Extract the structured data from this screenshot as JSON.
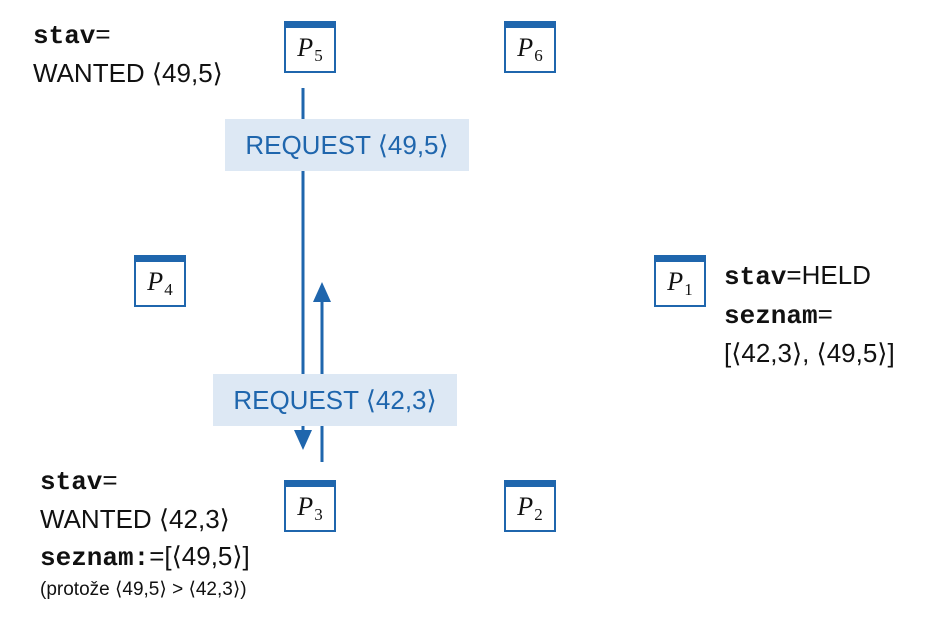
{
  "processes": {
    "p1": {
      "name": "P",
      "index": "1"
    },
    "p2": {
      "name": "P",
      "index": "2"
    },
    "p3": {
      "name": "P",
      "index": "3"
    },
    "p4": {
      "name": "P",
      "index": "4"
    },
    "p5": {
      "name": "P",
      "index": "5"
    },
    "p6": {
      "name": "P",
      "index": "6"
    }
  },
  "p5_state": {
    "stav_key": "stav",
    "eq": "=",
    "stav_value": "WANTED ⟨49,5⟩"
  },
  "p1_state": {
    "stav_key": "stav",
    "stav_value": "=HELD",
    "seznam_key": "seznam",
    "seznam_eq": "=",
    "seznam_value": "[⟨42,3⟩, ⟨49,5⟩]"
  },
  "p3_state": {
    "stav_key": "stav",
    "eq": "=",
    "stav_value": "WANTED ⟨42,3⟩",
    "seznam_key": "seznam:",
    "seznam_value": "=[⟨49,5⟩]",
    "note": "(protože ⟨49,5⟩ > ⟨42,3⟩)"
  },
  "messages": {
    "request_p5": "REQUEST ⟨49,5⟩",
    "request_p3": "REQUEST ⟨42,3⟩"
  },
  "colors": {
    "accent": "#1f66ad",
    "label_background": "#dde8f4"
  }
}
